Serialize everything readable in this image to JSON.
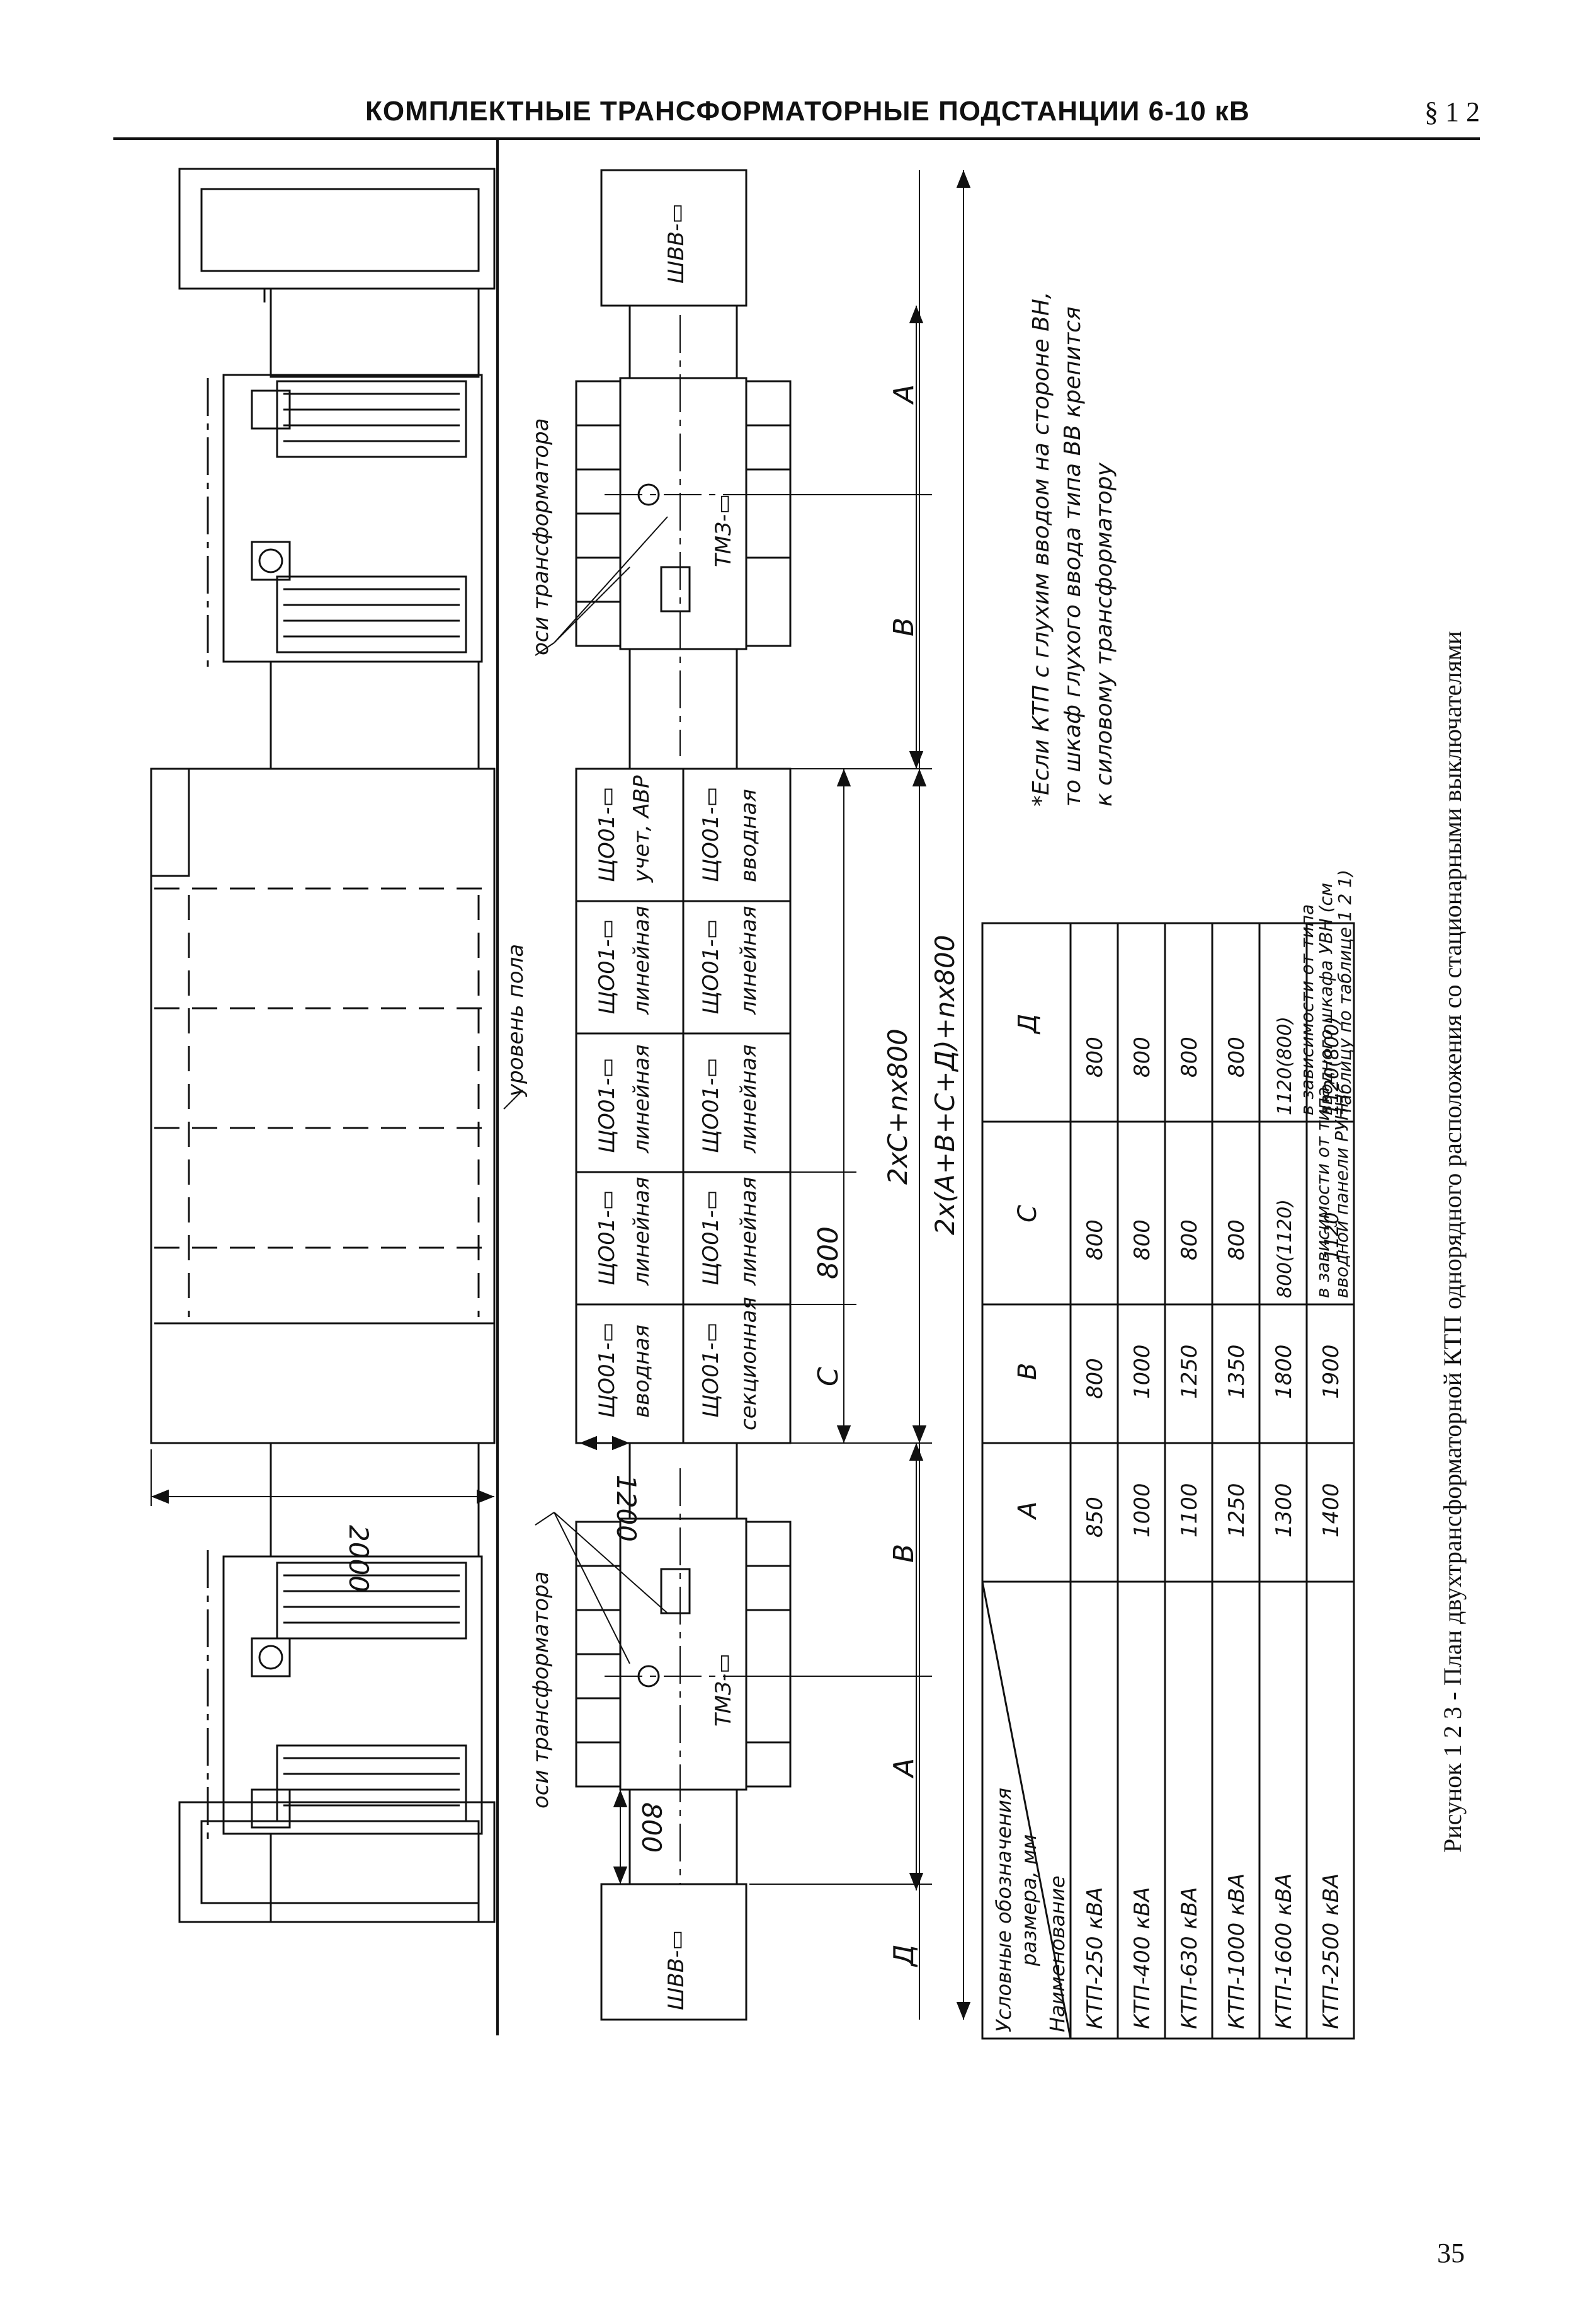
{
  "header": {
    "title": "КОМПЛЕКТНЫЕ ТРАНСФОРМАТОРНЫЕ ПОДСТАНЦИИ 6-10 кВ",
    "section": "§ 1 2"
  },
  "figure": {
    "caption": "Рисунок 1 2 3 - План двухтрансформаторной КТП однорядного расположения со стационарными выключателями"
  },
  "labels": {
    "axis_label": "оси трансформатора",
    "floor_level": "уровень пола",
    "dim_2000": "2000",
    "dim_1200": "1200",
    "dim_800_left": "800",
    "dim_800_mid": "800",
    "transformer": "ТМЗ-▭",
    "hv_cabinet": "ШВВ-▭",
    "dim_A": "А",
    "dim_B": "В",
    "dim_C": "С",
    "dim_D": "Д",
    "formula_inner": "2хС+nх800",
    "formula_total": "2х(А+В+С+Д)+nх800"
  },
  "panels": {
    "top_row": [
      {
        "code": "ЩО01-▭",
        "type": "вводная"
      },
      {
        "code": "ЩО01-▭",
        "type": "линейная"
      },
      {
        "code": "ЩО01-▭",
        "type": "линейная"
      },
      {
        "code": "ЩО01-▭",
        "type": "линейная"
      },
      {
        "code": "ЩО01-▭",
        "type": "учет, АВР"
      }
    ],
    "bottom_row": [
      {
        "code": "ЩО01-▭",
        "type": "секционная"
      },
      {
        "code": "ЩО01-▭",
        "type": "линейная"
      },
      {
        "code": "ЩО01-▭",
        "type": "линейная"
      },
      {
        "code": "ЩО01-▭",
        "type": "линейная"
      },
      {
        "code": "ЩО01-▭",
        "type": "вводная"
      }
    ]
  },
  "note": [
    "*Если КТП с глухим вводом на стороне ВН,",
    "то шкаф глухого ввода типа ВВ крепится",
    "к силовому трансформатору"
  ],
  "table": {
    "corner_top": "Условные обозначения",
    "corner_top2": "размера, мм",
    "corner_bottom": "Наименование",
    "columns": [
      "А",
      "В",
      "С",
      "Д"
    ],
    "rows": [
      {
        "name": "КТП-250 кВА",
        "A": "850",
        "B": "800",
        "C": "800",
        "D": "800"
      },
      {
        "name": "КТП-400 кВА",
        "A": "1000",
        "B": "1000",
        "C": "800",
        "D": "800"
      },
      {
        "name": "КТП-630 кВА",
        "A": "1100",
        "B": "1250",
        "C": "800",
        "D": "800"
      },
      {
        "name": "КТП-1000 кВА",
        "A": "1250",
        "B": "1350",
        "C": "800",
        "D": "800"
      },
      {
        "name": "КТП-1600 кВА",
        "A": "1300",
        "B": "1800",
        "C": "800(1120)",
        "D": "1120(800)"
      },
      {
        "name": "КТП-2500 кВА",
        "A": "1400",
        "B": "1900",
        "C": "1120",
        "D": "1120(800)"
      }
    ],
    "note_C": [
      "в зависимости от типа",
      "вводной панели РУНН"
    ],
    "note_D": [
      "в зависимости от типа",
      "вводного шкафа УВН (см",
      "таблицу по таблице 1 2 1)"
    ]
  },
  "page_number": "35"
}
